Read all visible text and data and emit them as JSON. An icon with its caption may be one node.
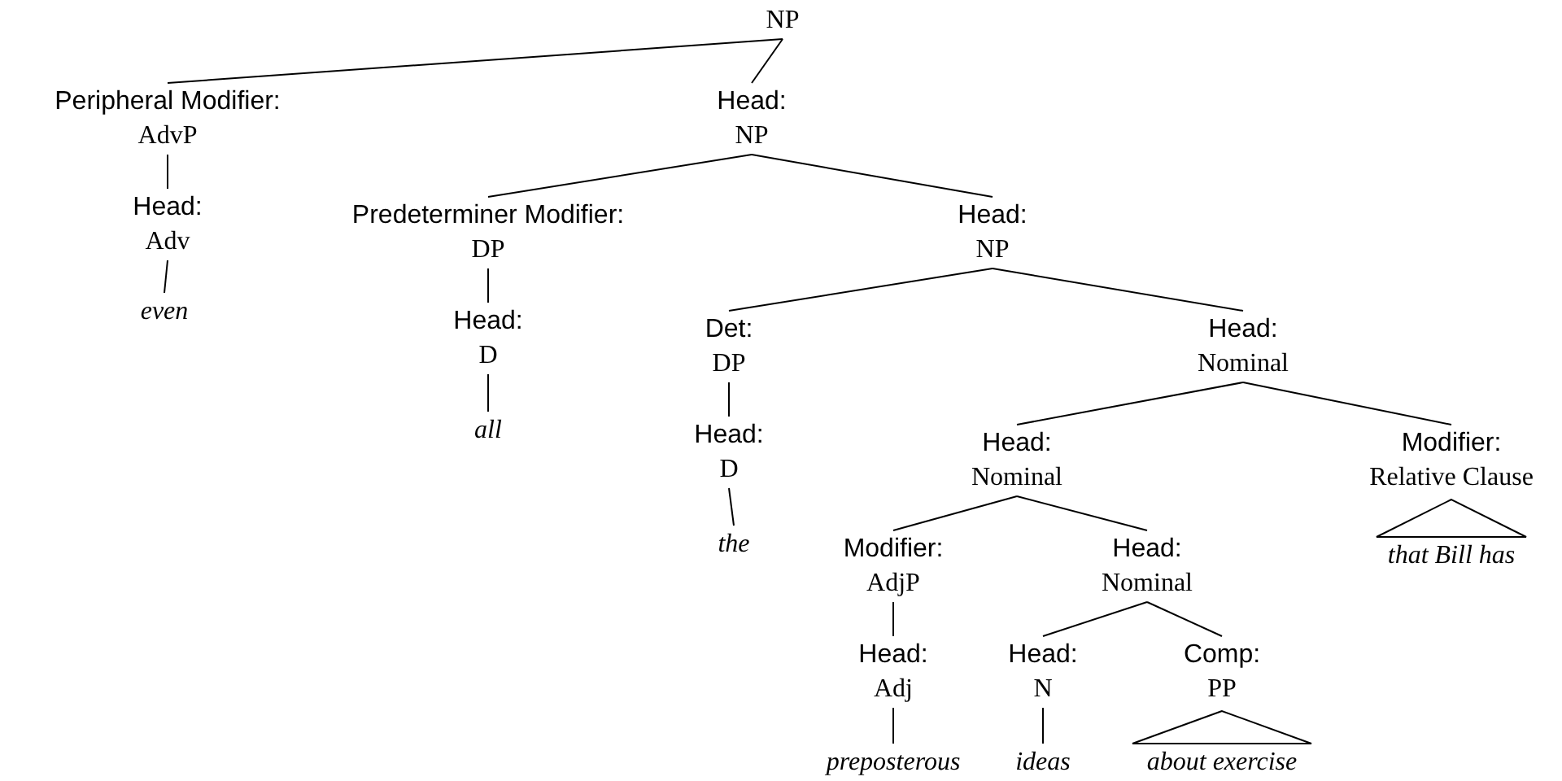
{
  "diagram": {
    "nodes": [
      {
        "text": [
          "NP"
        ]
      },
      {
        "text": [
          "Peripheral Modifier:",
          "AdvP"
        ]
      },
      {
        "text": [
          "Head:",
          "Adv"
        ]
      },
      {
        "text": [
          "even"
        ]
      },
      {
        "text": [
          "Head:",
          "NP"
        ]
      },
      {
        "text": [
          "Predeterminer Modifier:",
          "DP"
        ]
      },
      {
        "text": [
          "Head:",
          "D"
        ]
      },
      {
        "text": [
          "all"
        ]
      },
      {
        "text": [
          "Head:",
          "NP"
        ]
      },
      {
        "text": [
          "Det:",
          "DP"
        ]
      },
      {
        "text": [
          "Head:",
          "D"
        ]
      },
      {
        "text": [
          "the"
        ]
      },
      {
        "text": [
          "Head:",
          "Nominal"
        ]
      },
      {
        "text": [
          "Head:",
          "Nominal"
        ]
      },
      {
        "text": [
          "Modifier:",
          "Relative Clause"
        ]
      },
      {
        "text": [
          "that Bill has"
        ]
      },
      {
        "text": [
          "Modifier:",
          "AdjP"
        ]
      },
      {
        "text": [
          "Head:",
          "Nominal"
        ]
      },
      {
        "text": [
          "Head:",
          "Adj"
        ]
      },
      {
        "text": [
          "preposterous"
        ]
      },
      {
        "text": [
          "Head:",
          "N"
        ]
      },
      {
        "text": [
          "ideas"
        ]
      },
      {
        "text": [
          "Comp:",
          "PP"
        ]
      },
      {
        "text": [
          "about exercise"
        ]
      }
    ],
    "edges": [
      {
        "from": 0,
        "to": 1,
        "arrow": "none"
      },
      {
        "from": 0,
        "to": 4,
        "arrow": "none"
      },
      {
        "from": 1,
        "to": 2,
        "arrow": "none"
      },
      {
        "from": 2,
        "to": 3,
        "arrow": "none"
      },
      {
        "from": 4,
        "to": 5,
        "arrow": "none"
      },
      {
        "from": 4,
        "to": 8,
        "arrow": "none"
      },
      {
        "from": 5,
        "to": 6,
        "arrow": "none"
      },
      {
        "from": 6,
        "to": 7,
        "arrow": "none"
      },
      {
        "from": 8,
        "to": 9,
        "arrow": "none"
      },
      {
        "from": 8,
        "to": 12,
        "arrow": "none"
      },
      {
        "from": 9,
        "to": 10,
        "arrow": "none"
      },
      {
        "from": 10,
        "to": 11,
        "arrow": "none"
      },
      {
        "from": 12,
        "to": 13,
        "arrow": "none"
      },
      {
        "from": 12,
        "to": 14,
        "arrow": "none"
      },
      {
        "from": 14,
        "to": 15,
        "arrow": "none"
      },
      {
        "from": 13,
        "to": 16,
        "arrow": "none"
      },
      {
        "from": 13,
        "to": 17,
        "arrow": "none"
      },
      {
        "from": 16,
        "to": 18,
        "arrow": "none"
      },
      {
        "from": 18,
        "to": 19,
        "arrow": "none"
      },
      {
        "from": 17,
        "to": 20,
        "arrow": "none"
      },
      {
        "from": 17,
        "to": 22,
        "arrow": "none"
      },
      {
        "from": 20,
        "to": 21,
        "arrow": "none"
      },
      {
        "from": 22,
        "to": 23,
        "arrow": "none"
      }
    ]
  }
}
